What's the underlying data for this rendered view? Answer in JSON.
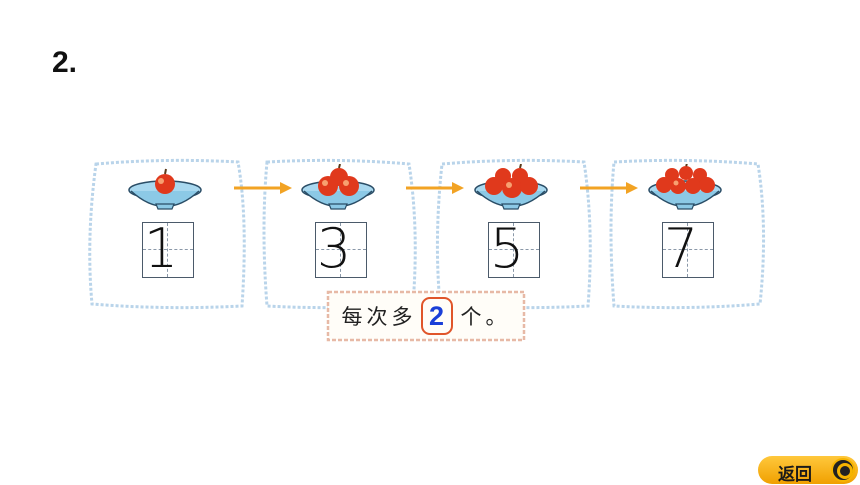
{
  "question": {
    "number": "2."
  },
  "cards": [
    {
      "digit": "1",
      "apples": 1
    },
    {
      "digit": "3",
      "apples": 3
    },
    {
      "digit": "5",
      "apples": 5
    },
    {
      "digit": "7",
      "apples": 7
    }
  ],
  "banner": {
    "prefix": "每次多",
    "answer": "2",
    "suffix": "个。"
  },
  "nav": {
    "back_label": "返回"
  },
  "colors": {
    "arrow": "#f2a324",
    "answer_text": "#1a3fd8",
    "answer_border": "#e0552a",
    "frame": "#b9d4ea",
    "apple": "#e0391c",
    "button": "#f6b400"
  }
}
